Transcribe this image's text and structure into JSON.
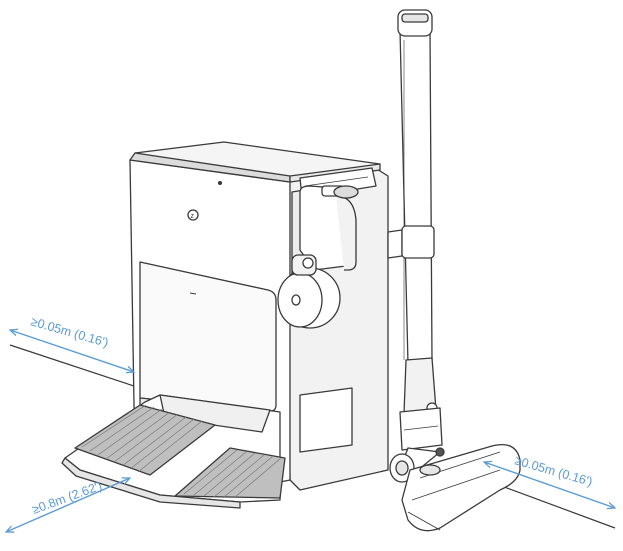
{
  "illustration": {
    "subject": "robot-vacuum-station-with-stick-vacuum",
    "colors": {
      "dimension": "#5b9bd5",
      "line": "#3a3a3a",
      "fill": "#ffffff",
      "shade": "#e6e6e6",
      "dark": "#555555"
    }
  },
  "dimensions": {
    "left_clearance": "≥0.05m (0.16')",
    "front_clearance": "≥0.8m (2.62')",
    "right_clearance": "≥0.05m (0.16')"
  }
}
